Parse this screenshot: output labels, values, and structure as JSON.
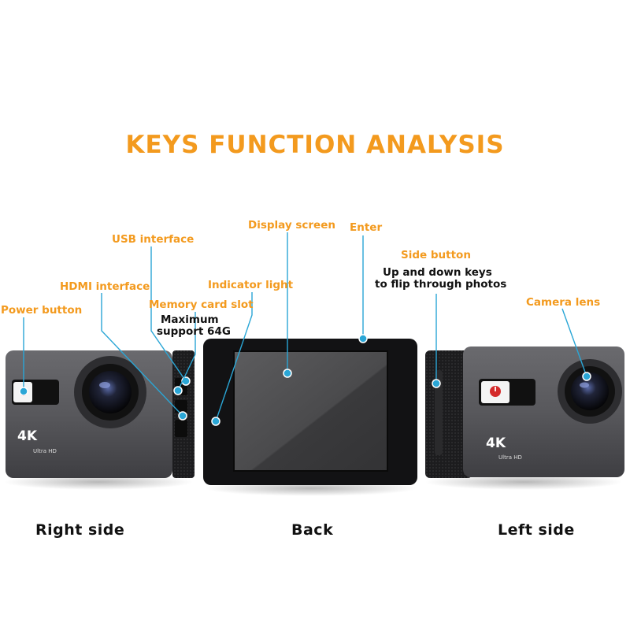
{
  "title": "KEYS FUNCTION ANALYSIS",
  "labels": {
    "power_button": "Power button",
    "hdmi_interface": "HDMI interface",
    "usb_interface": "USB interface",
    "memory_card_slot": "Memory card slot",
    "memory_note_1": "Maximum",
    "memory_note_2": "support 64G",
    "indicator_light": "Indicator light",
    "display_screen": "Display screen",
    "enter": "Enter",
    "side_button": "Side button",
    "side_note_1": "Up and down keys",
    "side_note_2": "to flip through photos",
    "camera_lens": "Camera lens"
  },
  "camera_text": {
    "badge": "4K",
    "sub": "Ultra HD"
  },
  "captions": {
    "right_side": "Right side",
    "back": "Back",
    "left_side": "Left side"
  },
  "colors": {
    "accent_orange": "#f39a1e",
    "leader_blue": "#2aa6d6",
    "body_gray": "#56565a",
    "power_red": "#d42a2a"
  }
}
